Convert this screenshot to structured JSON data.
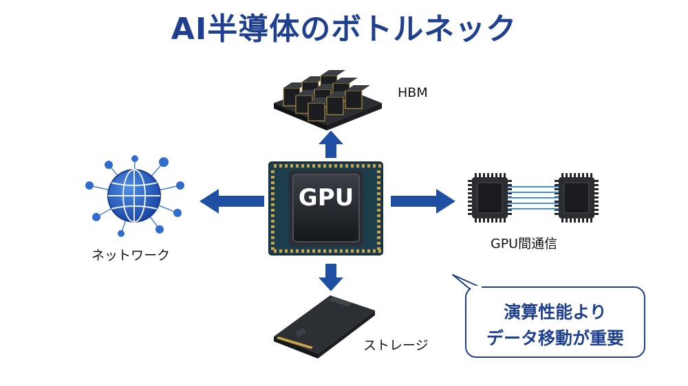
{
  "title": "AI半導体のボトルネック",
  "center": {
    "label": "GPU",
    "icon": "gpu-chip-icon"
  },
  "nodes": {
    "hbm": {
      "label": "HBM",
      "icon": "hbm-memory-stack-icon"
    },
    "network": {
      "label": "ネットワーク",
      "icon": "globe-network-icon"
    },
    "gpu_comm": {
      "label": "GPU間通信",
      "icon": "gpu-interconnect-icon"
    },
    "storage": {
      "label": "ストレージ",
      "icon": "ssd-storage-icon"
    }
  },
  "callout": {
    "line1": "演算性能より",
    "line2": "データ移動が重要"
  },
  "colors": {
    "accent": "#1f3f8f",
    "arrow": "#1f4fa3",
    "chip_dark": "#1e2228",
    "board": "#1d3d4d"
  }
}
